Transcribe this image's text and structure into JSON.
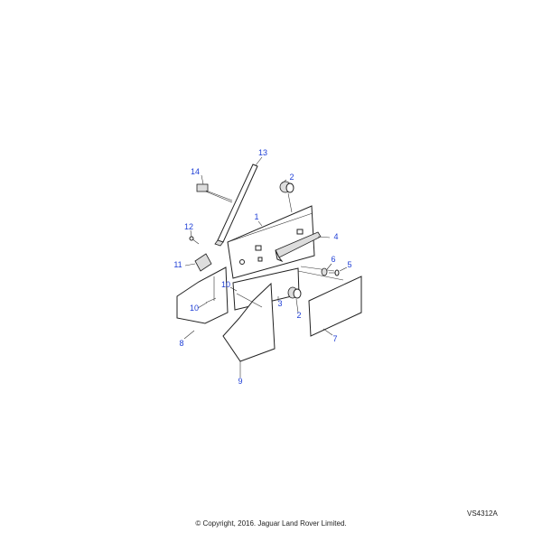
{
  "diagram": {
    "callouts": {
      "c13": "13",
      "c14": "14",
      "c2a": "2",
      "c1": "1",
      "c12": "12",
      "c4": "4",
      "c11": "11",
      "c6": "6",
      "c5": "5",
      "c10a": "10",
      "c3": "3",
      "c10b": "10",
      "c2b": "2",
      "c8": "8",
      "c7": "7",
      "c9": "9"
    },
    "accent_color": "#1f3fd6"
  },
  "footer": {
    "reference": "VS4312A",
    "copyright": "© Copyright, 2016. Jaguar Land Rover Limited."
  }
}
